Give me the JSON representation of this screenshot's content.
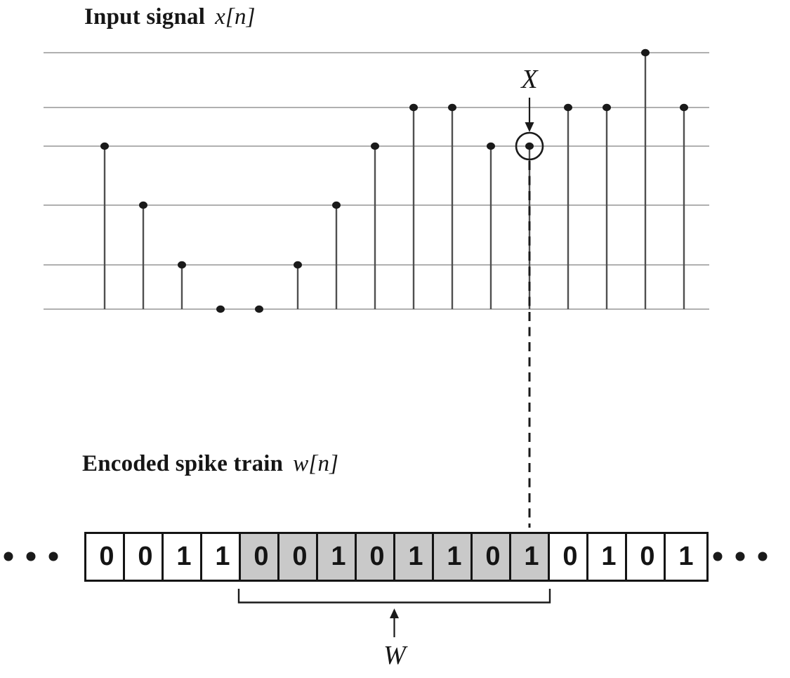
{
  "titles": {
    "input_signal": {
      "text": "Input signal",
      "math": "x[n]"
    },
    "spike_train": {
      "text": "Encoded spike train",
      "math": "w[n]"
    }
  },
  "labels": {
    "highlight": "X",
    "window": "W",
    "ellipsis": ". . ."
  },
  "colors": {
    "gridline": "#b0b0b0",
    "stem": "#4f4f4f",
    "ink": "#1a1a1a",
    "cell_border": "#141414",
    "cell_bg": "#ffffff",
    "cell_shaded_bg": "#c9c9c9"
  },
  "chart_data": {
    "type": "stem",
    "title": "Input signal x[n]",
    "x": [
      0,
      1,
      2,
      3,
      4,
      5,
      6,
      7,
      8,
      9,
      10,
      11,
      12,
      13,
      14,
      15
    ],
    "values": [
      3,
      2,
      1,
      0,
      0,
      1,
      2,
      3,
      4,
      4,
      3,
      3,
      4,
      4,
      5,
      4
    ],
    "quantization_levels": 6,
    "ylim": [
      0,
      5
    ],
    "grid": true,
    "highlight_index": 11,
    "highlight_label": "X"
  },
  "spike_train": {
    "title": "Encoded spike train w[n]",
    "bits": [
      "0",
      "0",
      "1",
      "1",
      "0",
      "0",
      "1",
      "0",
      "1",
      "1",
      "0",
      "1",
      "0",
      "1",
      "0",
      "1"
    ],
    "window_start_index": 4,
    "window_end_index": 11,
    "window_bits": [
      "0",
      "0",
      "1",
      "0",
      "1",
      "1",
      "0",
      "1"
    ],
    "window_label": "W"
  }
}
